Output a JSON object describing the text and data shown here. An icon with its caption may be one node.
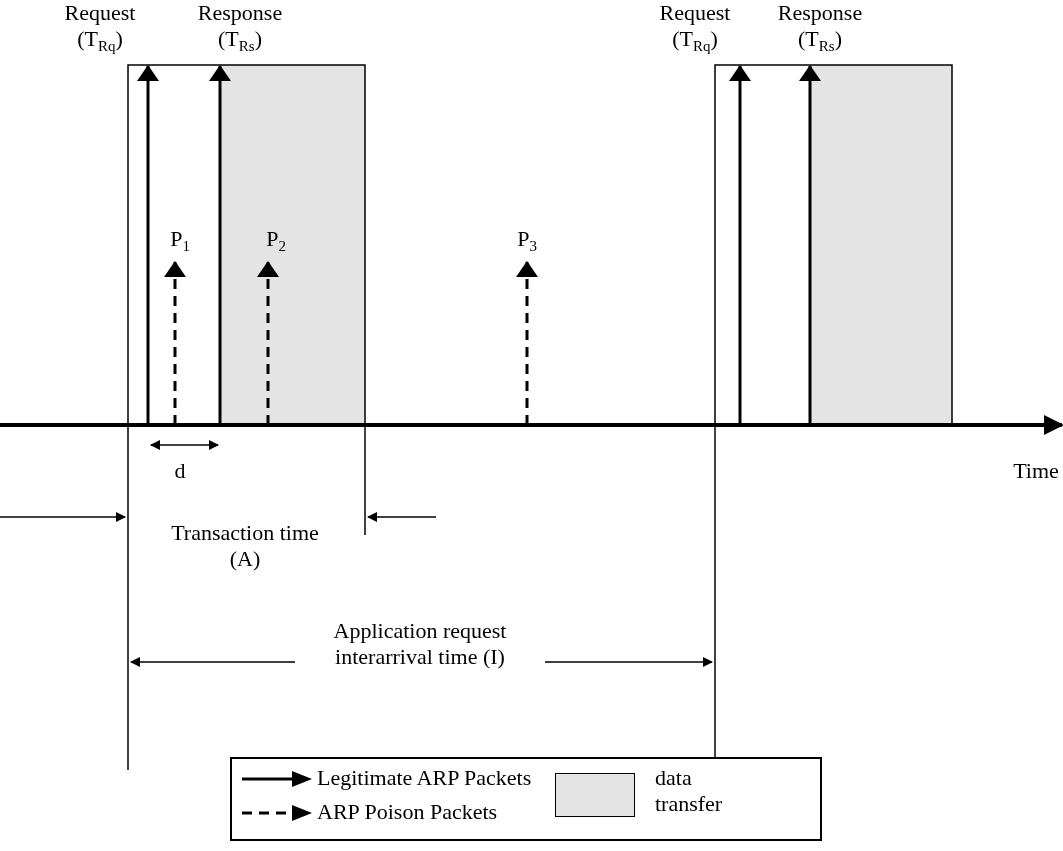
{
  "diagram": {
    "labels": [
      "Request (T$_{Rq}$)",
      "Response (T$_{Rs}$)",
      "Request (T$_{Rq}$)",
      "Response (T$_{Rs}$)",
      "P$_{1}$",
      "P$_{2}$",
      "P$_{3}$",
      "d",
      "Time",
      "Transaction time (A)",
      "Application request interarrival time (I)"
    ],
    "legend": [
      {
        "text": "Legitimate ARP Packets"
      },
      {
        "text": "ARP Poison Packets"
      },
      {
        "text": "data transfer",
        "color": "#e4e4e4"
      }
    ]
  }
}
